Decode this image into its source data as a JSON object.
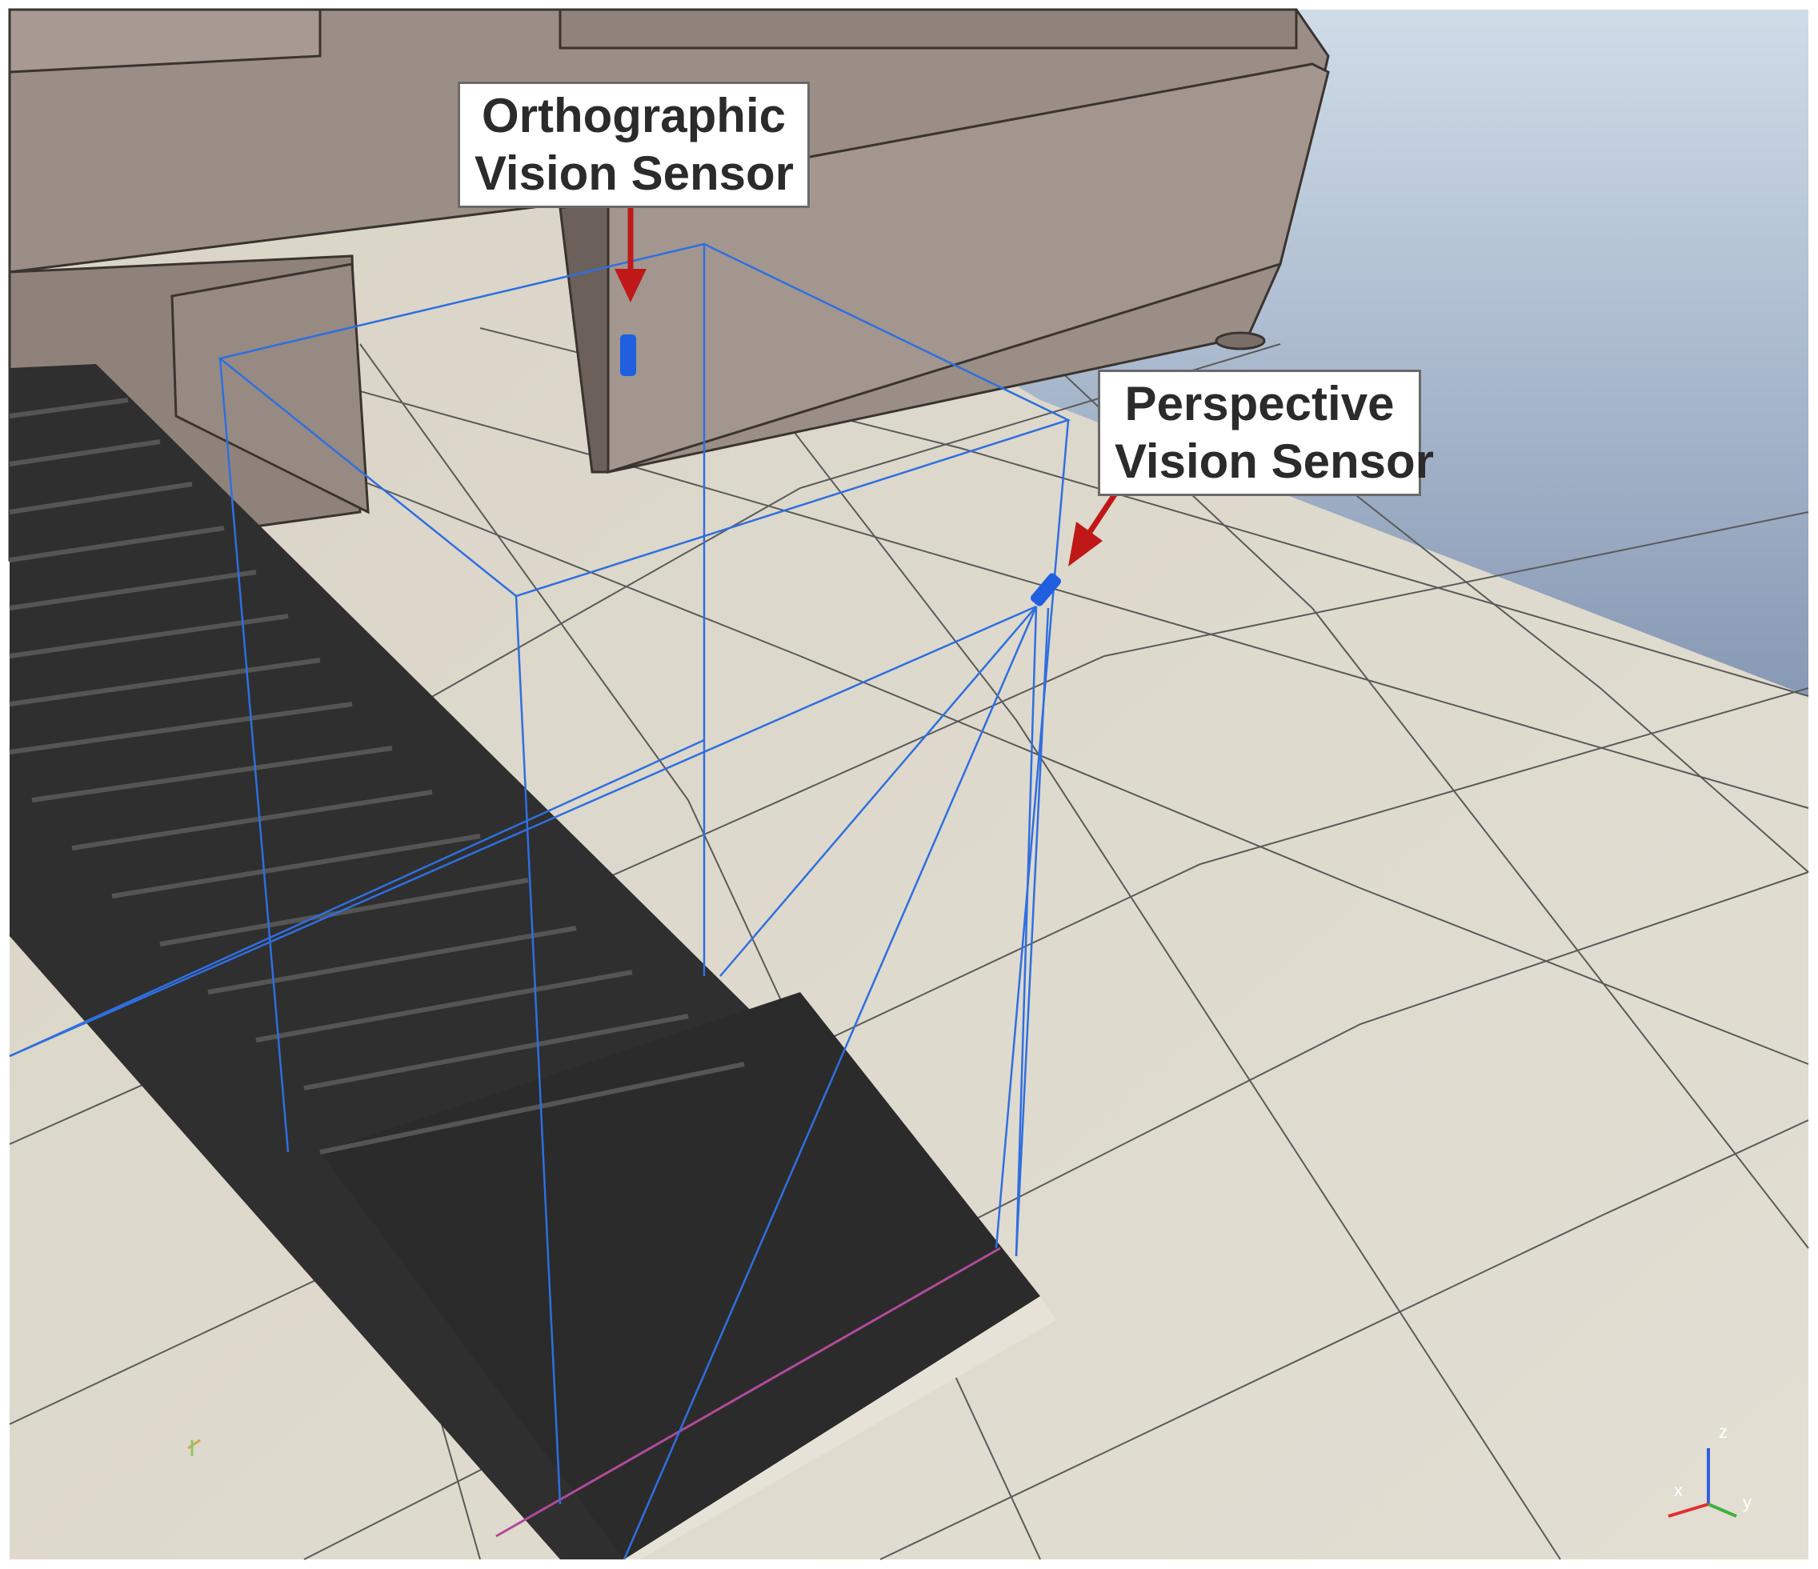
{
  "callouts": {
    "orthographic": {
      "line1": "Orthographic",
      "line2": "Vision Sensor"
    },
    "perspective": {
      "line1": "Perspective",
      "line2": "Vision Sensor"
    }
  },
  "axis_gizmo": {
    "x": "x",
    "y": "y",
    "z": "z"
  },
  "colors": {
    "sky_top": "#c8d8e6",
    "sky_bottom": "#8a9fb8",
    "floor_tile": "#dcd7ca",
    "machine": "#9c8f87",
    "conveyor": "#2e2e2e",
    "sensor_volume": "#2f6fe0",
    "arrow": "#c01818"
  },
  "icons": [
    "orthographic-sensor-icon",
    "perspective-sensor-icon",
    "axis-gizmo-icon"
  ]
}
